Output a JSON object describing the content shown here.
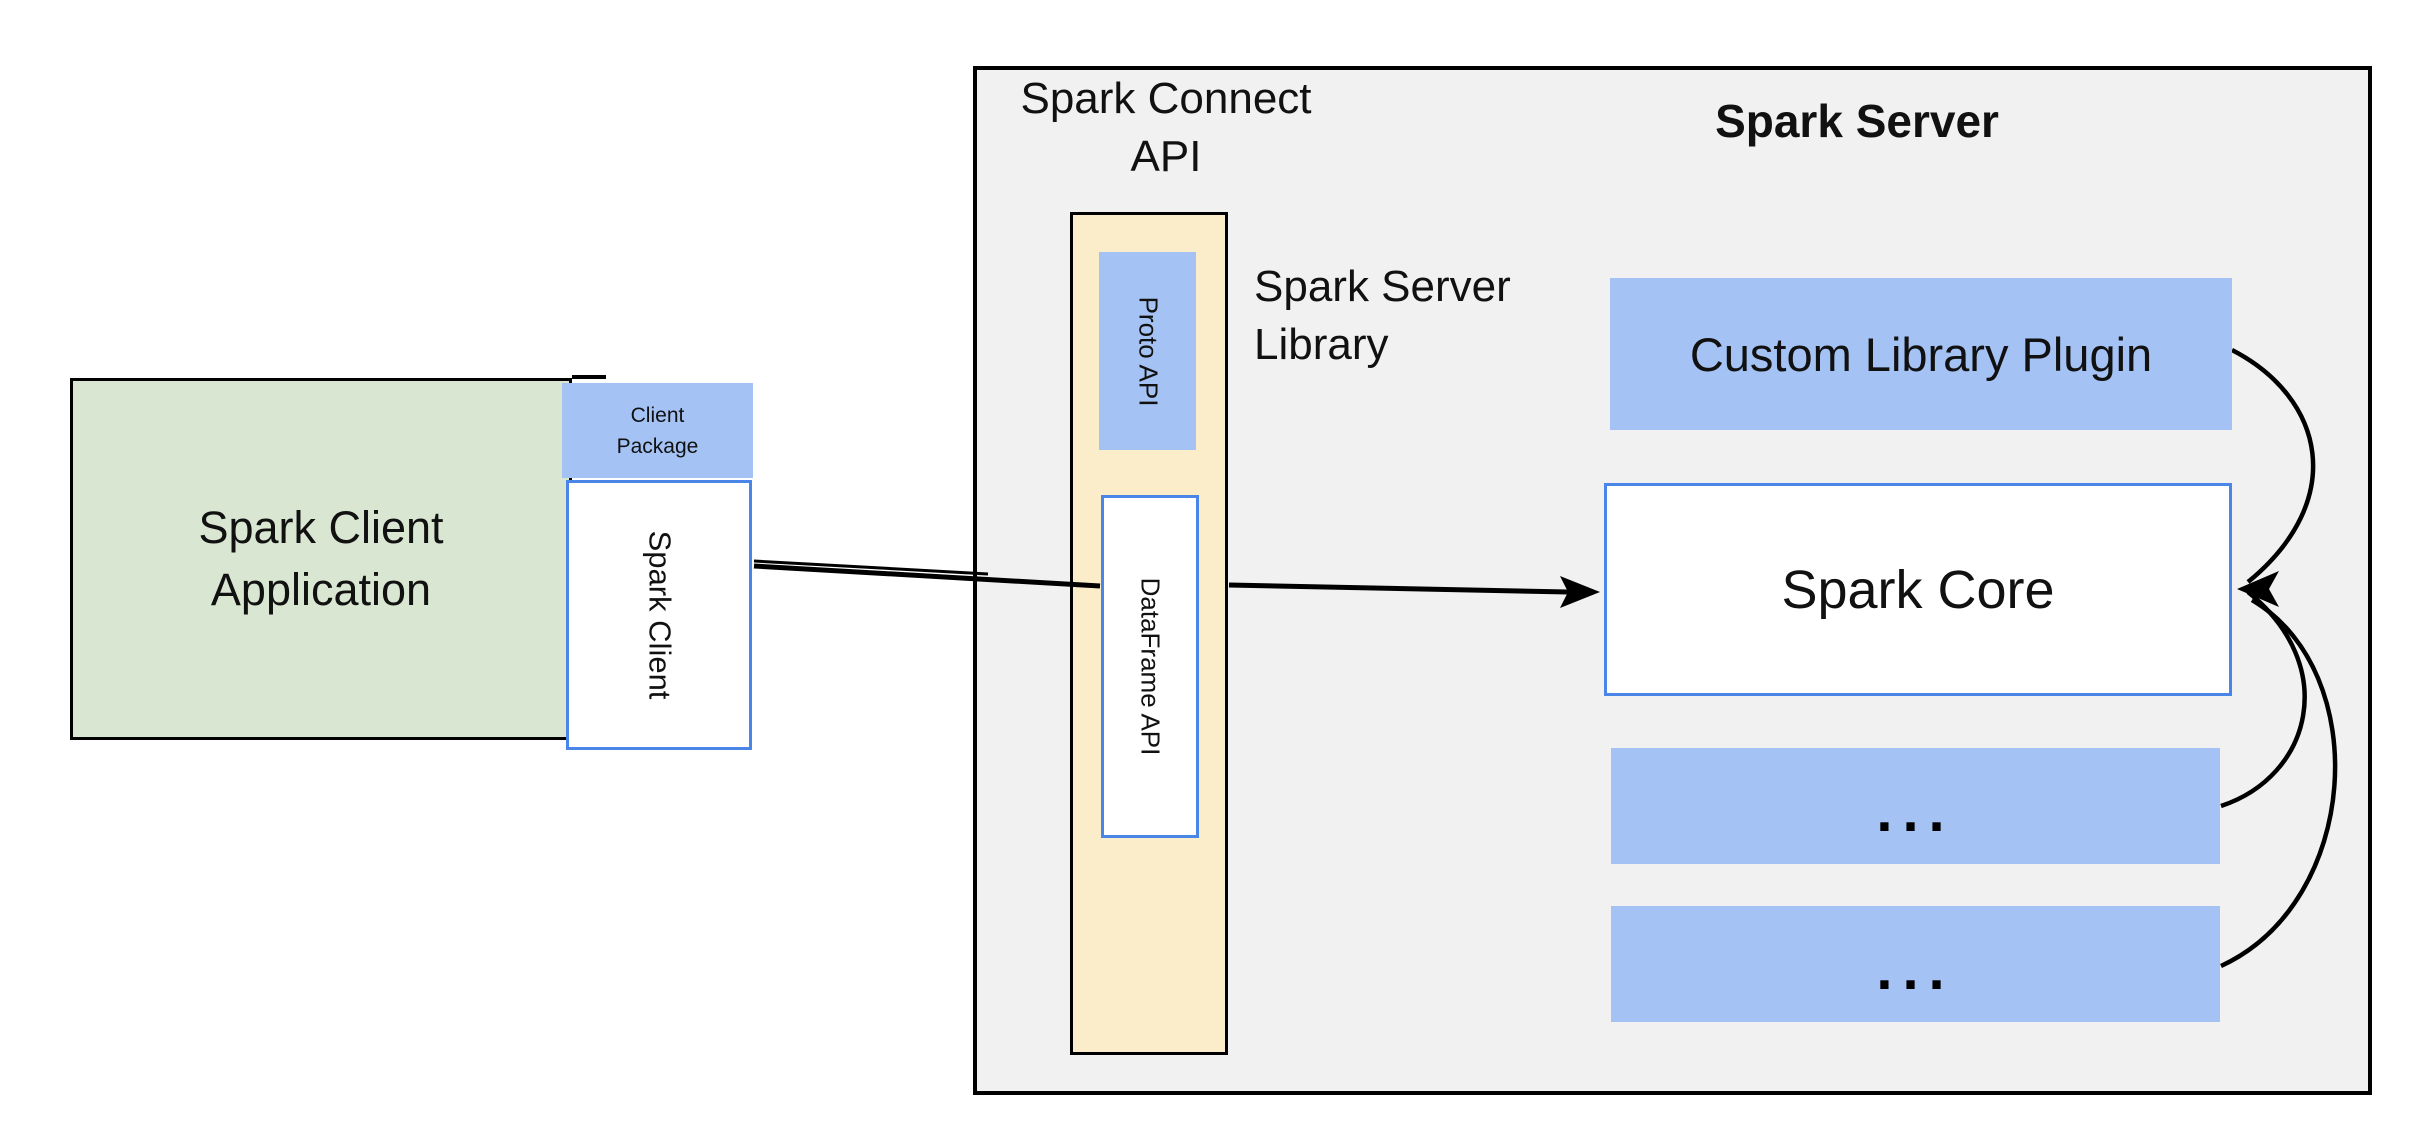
{
  "colors": {
    "green_fill": "#d9e7d2",
    "blue_fill": "#a4c2f4",
    "yellow_fill": "#fcedca",
    "gray_fill": "#f1f1f1",
    "blue_border": "#4a86e8",
    "line_black": "#000000",
    "text_color": "#111111"
  },
  "client": {
    "app_lines": [
      "Spark Client",
      "Application"
    ],
    "package_lines": [
      "Client",
      "Package"
    ],
    "spark_client_label": "Spark Client"
  },
  "connect": {
    "title_lines": [
      "Spark Connect",
      "API"
    ],
    "proto_label": "Proto  API",
    "dataframe_label": "DataFrame API",
    "library_lines": [
      "Spark Server",
      "Library"
    ]
  },
  "server": {
    "title": "Spark Server",
    "plugin_label": "Custom Library Plugin",
    "core_label": "Spark Core",
    "ellipsis_boxes": [
      "...",
      "..."
    ]
  }
}
